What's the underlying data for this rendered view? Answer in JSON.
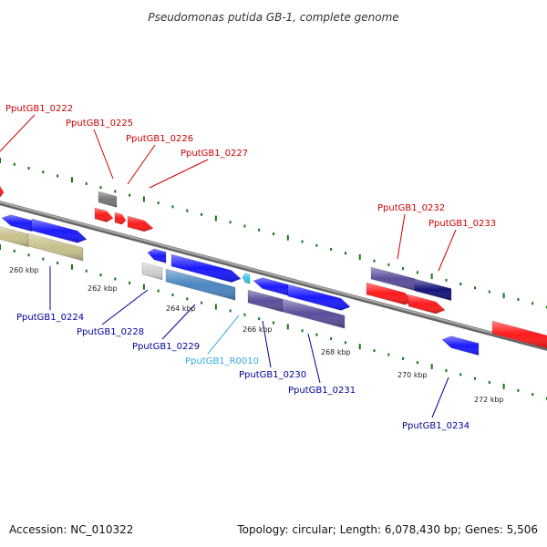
{
  "title": "Pseudomonas putida GB-1, complete genome",
  "footer": {
    "accession": "Accession: NC_010322",
    "summary": "Topology: circular; Length: 6,078,430 bp; Genes: 5,506"
  },
  "colors": {
    "forward_gene": "#ff1a1a",
    "reverse_gene": "#1a1aff",
    "gray_gene": "#777777",
    "light_gray_gene": "#cfcfcf",
    "khaki_gene": "#c8c08a",
    "steel_blue_gene": "#4a86c0",
    "slate_gene": "#5a4f9a",
    "navy_gene": "#15157a",
    "rna_gene": "#33c8ee",
    "backbone": "#888888",
    "tick": "#117711",
    "label_forward": "#cc0000",
    "label_reverse": "#000099",
    "label_rna": "#33aadd"
  },
  "scale_ticks": [
    "260 kbp",
    "262 kbp",
    "264 kbp",
    "266 kbp",
    "268 kbp",
    "270 kbp",
    "272 kbp"
  ],
  "gene_labels_top": [
    "PputGB1_0222",
    "PputGB1_0225",
    "PputGB1_0226",
    "PputGB1_0227",
    "PputGB1_0232",
    "PputGB1_0233"
  ],
  "gene_labels_bottom": [
    "PputGB1_0224",
    "PputGB1_0228",
    "PputGB1_0229",
    "PputGB1_R0010",
    "PputGB1_0230",
    "PputGB1_0231",
    "PputGB1_0234"
  ]
}
